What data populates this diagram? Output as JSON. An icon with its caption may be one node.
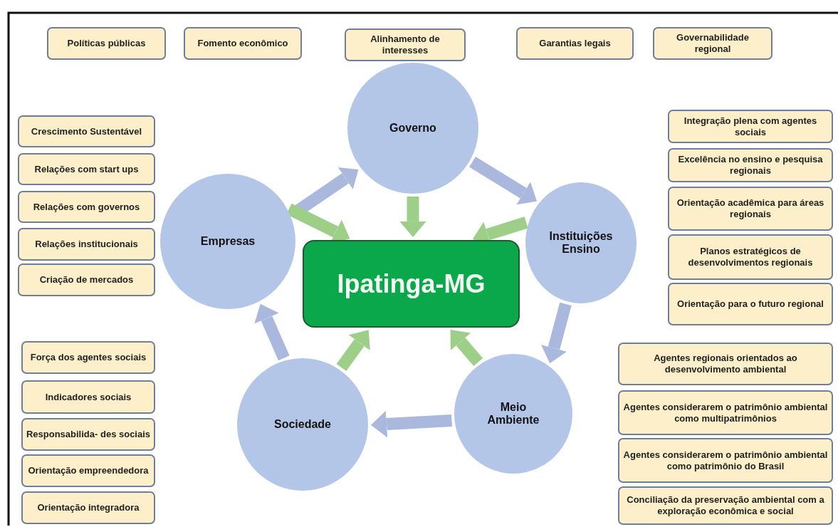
{
  "diagram": {
    "nodes": [
      {
        "text": [
          "Políticas públicas"
        ]
      },
      {
        "text": [
          "Fomento econômico"
        ]
      },
      {
        "text": [
          "Alinhamento de interesses"
        ]
      },
      {
        "text": [
          "Garantias legais"
        ]
      },
      {
        "text": [
          "Governabilidade regional"
        ]
      },
      {
        "text": [
          "Crescimento Sustentável"
        ]
      },
      {
        "text": [
          "Relações com start ups"
        ]
      },
      {
        "text": [
          "Relações com governos"
        ]
      },
      {
        "text": [
          "Relações institucionais"
        ]
      },
      {
        "text": [
          "Criação de mercados"
        ]
      },
      {
        "text": [
          "Governo"
        ]
      },
      {
        "text": [
          "Empresas"
        ]
      },
      {
        "text": [
          "Ipatinga-MG"
        ]
      },
      {
        "text": [
          "Instituições Ensino"
        ]
      },
      {
        "text": [
          "Integração plena com agentes sociais"
        ]
      },
      {
        "text": [
          "Excelência no ensino e pesquisa regionais"
        ]
      },
      {
        "text": [
          "Orientação acadêmica para áreas regionais"
        ]
      },
      {
        "text": [
          "Planos estratégicos de desenvolvimentos regionais"
        ]
      },
      {
        "text": [
          "Orientação para o futuro regional"
        ]
      },
      {
        "text": [
          "Força dos agentes sociais"
        ]
      },
      {
        "text": [
          "Indicadores sociais"
        ]
      },
      {
        "text": [
          "Responsabilida- des sociais"
        ]
      },
      {
        "text": [
          "Orientação empreendedora"
        ]
      },
      {
        "text": [
          "Orientação integradora"
        ]
      },
      {
        "text": [
          "Sociedade"
        ]
      },
      {
        "text": [
          "Meio Ambiente"
        ]
      },
      {
        "text": [
          "Agentes regionais orientados ao desenvolvimento ambiental"
        ]
      },
      {
        "text": [
          "Agentes considerarem o patrimônio ambiental como multipatrimônios"
        ]
      },
      {
        "text": [
          "Agentes considerarem o patrimônio ambiental como patrimônio do Brasil"
        ]
      },
      {
        "text": [
          "Conciliação da preservação ambiental com a exploração econômica e social"
        ]
      }
    ],
    "edges": [
      {
        "from": 11,
        "to": 10,
        "arrow": "to"
      },
      {
        "from": 10,
        "to": 13,
        "arrow": "to"
      },
      {
        "from": 13,
        "to": 25,
        "arrow": "to"
      },
      {
        "from": 25,
        "to": 24,
        "arrow": "to"
      },
      {
        "from": 24,
        "to": 11,
        "arrow": "to"
      },
      {
        "from": 10,
        "to": 12,
        "arrow": "to",
        "color": "#9dcf88"
      },
      {
        "from": 13,
        "to": 12,
        "arrow": "to",
        "color": "#9dcf88"
      },
      {
        "from": 25,
        "to": 12,
        "arrow": "to",
        "color": "#9dcf88"
      },
      {
        "from": 24,
        "to": 12,
        "arrow": "to",
        "color": "#9dcf88"
      },
      {
        "from": 11,
        "to": 12,
        "arrow": "to",
        "color": "#9dcf88"
      }
    ]
  }
}
